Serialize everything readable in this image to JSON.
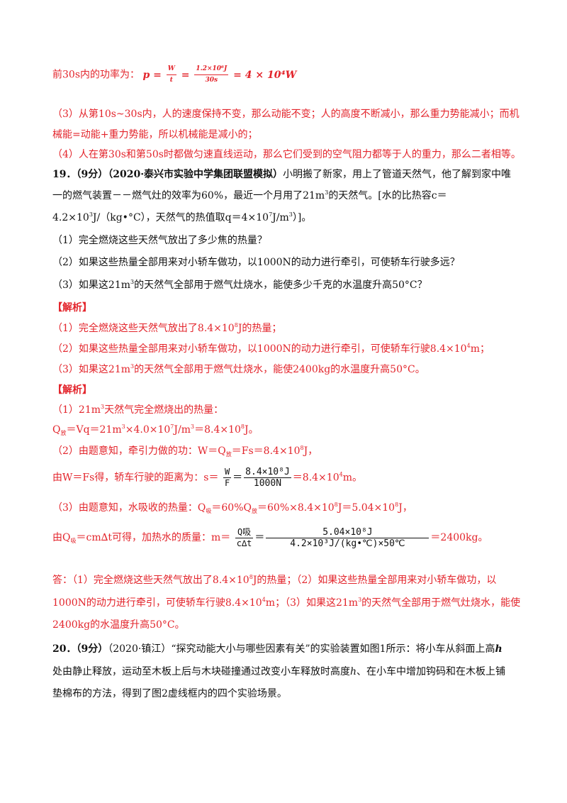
{
  "l1": {
    "prefix": "前30s内的功率为：",
    "p_eq": "p =",
    "w": "W",
    "t": "t",
    "eq1": "=",
    "num": "1.2×10⁶J",
    "den": "30s",
    "result": "= 4 × 10⁴W"
  },
  "l2": "（3）从第10s~30s内，人的速度保持不变，那么动能不变；人的高度不断减小，那么重力势能减小；而机",
  "l3": "械能=动能+重力势能，所以机械能是减小的；",
  "l4": "（4）人在第30s和第50s时都做匀速直线运动，那么它们受到的空气阻力都等于人的重力，那么二者相等。",
  "q19": {
    "num": "19．（9分）（2020·泰兴市实验中学集团联盟模拟）",
    "text1": "小明搬了新家，用上了管道天然气，他了解到家中唯",
    "text2a": "一的燃气装置－－燃气灶的效率为60%，最近一个月用了21m",
    "text2b": "的天然气。[水的比热容c＝",
    "text3a": "4.2×10",
    "text3b": "J/（kg•°C），天然气的热值取q＝4×10",
    "text3c": "J/m",
    "text3d": "）]。",
    "s1": "（1）完全燃烧这些天然气放出了多少焦的热量？",
    "s2": "（2）如果这些热量全部用来对小轿车做功，以1000N的动力进行牵引，可使轿车行驶多远？",
    "s3a": "（3）如果这21m",
    "s3b": "的天然气全部用于燃气灶烧水，能使多少千克的水温度升高50°C？"
  },
  "ans": {
    "label1": "【解析】",
    "a1a": "（1）完全燃烧这些天然气放出了8.4×10",
    "a1b": "J的热量；",
    "a2a": "（2）如果这些热量全部用来对小轿车做功，以1000N的动力进行牵引，可使轿车行驶8.4×10",
    "a2b": "m；",
    "a3a": "（3）如果这21m",
    "a3b": "的天然气全部用于燃气灶烧水，能使2400kg的水温度升高50°C。",
    "label2": "【解析】",
    "b1a": "（1）21m",
    "b1b": "天然气完全燃烧出的热量：",
    "b2a": "Q",
    "b2sub": "放",
    "b2b": "＝Vq＝21m",
    "b2c": "×4.0×10",
    "b2d": "J/m",
    "b2e": "＝8.4×10",
    "b2f": "J。",
    "b3a": "（2）由题意知，牵引力做的功：W＝Q",
    "b3sub": "放",
    "b3b": "＝Fs＝8.4×10",
    "b3c": "J，",
    "b4a": "由W＝Fs得，轿车行驶的距离为：s＝",
    "b4num": "W",
    "b4den": "F",
    "b4eq": "＝",
    "b4num2": "8.4×10⁸J",
    "b4den2": "1000N",
    "b4c": "＝8.4×10",
    "b4d": "m。",
    "b5a": "（3）由题意知，水吸收的热量：Q",
    "b5sub1": "吸",
    "b5b": "＝60%Q",
    "b5sub2": "放",
    "b5c": "＝60%×8.4×10",
    "b5d": "J＝5.04×10",
    "b5e": "J，",
    "b6a": "由Q",
    "b6sub": "吸",
    "b6b": "＝cm∆t可得，加热水的质量：m＝",
    "b6num": "Q吸",
    "b6den": "c∆t",
    "b6eq": "＝",
    "b6num2": "5.04×10⁸J",
    "b6den2": "4.2×10³J/(kg•℃)×50℃",
    "b6c": "＝2400kg。",
    "c1a": "答：（1）完全燃烧这些天然气放出了8.4×10",
    "c1b": "J的热量；（2）如果这些热量全部用来对小轿车做功，以",
    "c2a": "1000N的动力进行牵引，可使轿车行驶8.4×10",
    "c2b": "m；（3）如果这21m",
    "c2c": "的天然气全部用于燃气灶烧水，能使",
    "c3": "2400kg的水温度升高50°C。"
  },
  "q20": {
    "num": "20．（9分）",
    "text1": "（2020·镇江）“探究动能大小与哪些因素有关”的实验装置如图1所示：将小车从斜面上高",
    "h1": "h",
    "text2a": "处由静止释放，运动至木板上后与木块碰撞通过改变小车释放时高度",
    "h2": "h",
    "text2b": "、在小车中增加钩码和在木板上铺",
    "text3": "垫棉布的方法，得到了图2虚线框内的四个实验场景。"
  },
  "sups": {
    "three": "3",
    "seven": "7",
    "eight": "8",
    "four": "4",
    "four5": "4"
  }
}
